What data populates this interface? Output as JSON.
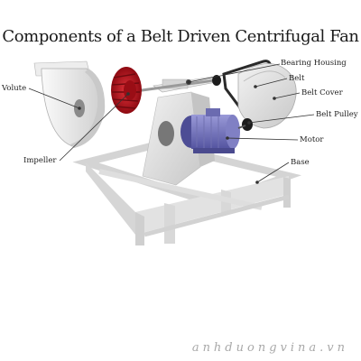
{
  "title": "Components of a Belt Driven Centrifugal Fan",
  "labels": {
    "volute": "Volute",
    "impeller": "Impeller",
    "bearing_housing": "Bearing Housing",
    "belt": "Belt",
    "belt_cover": "Belt Cover",
    "belt_pulley": "Belt Pulley",
    "motor": "Motor",
    "base": "Base"
  },
  "watermark": "anhduongvina.vn",
  "colors": {
    "impeller": "#c0121c",
    "motor": "#6f6fb8",
    "frame": "#dcdcdc",
    "leader": "#333333"
  }
}
